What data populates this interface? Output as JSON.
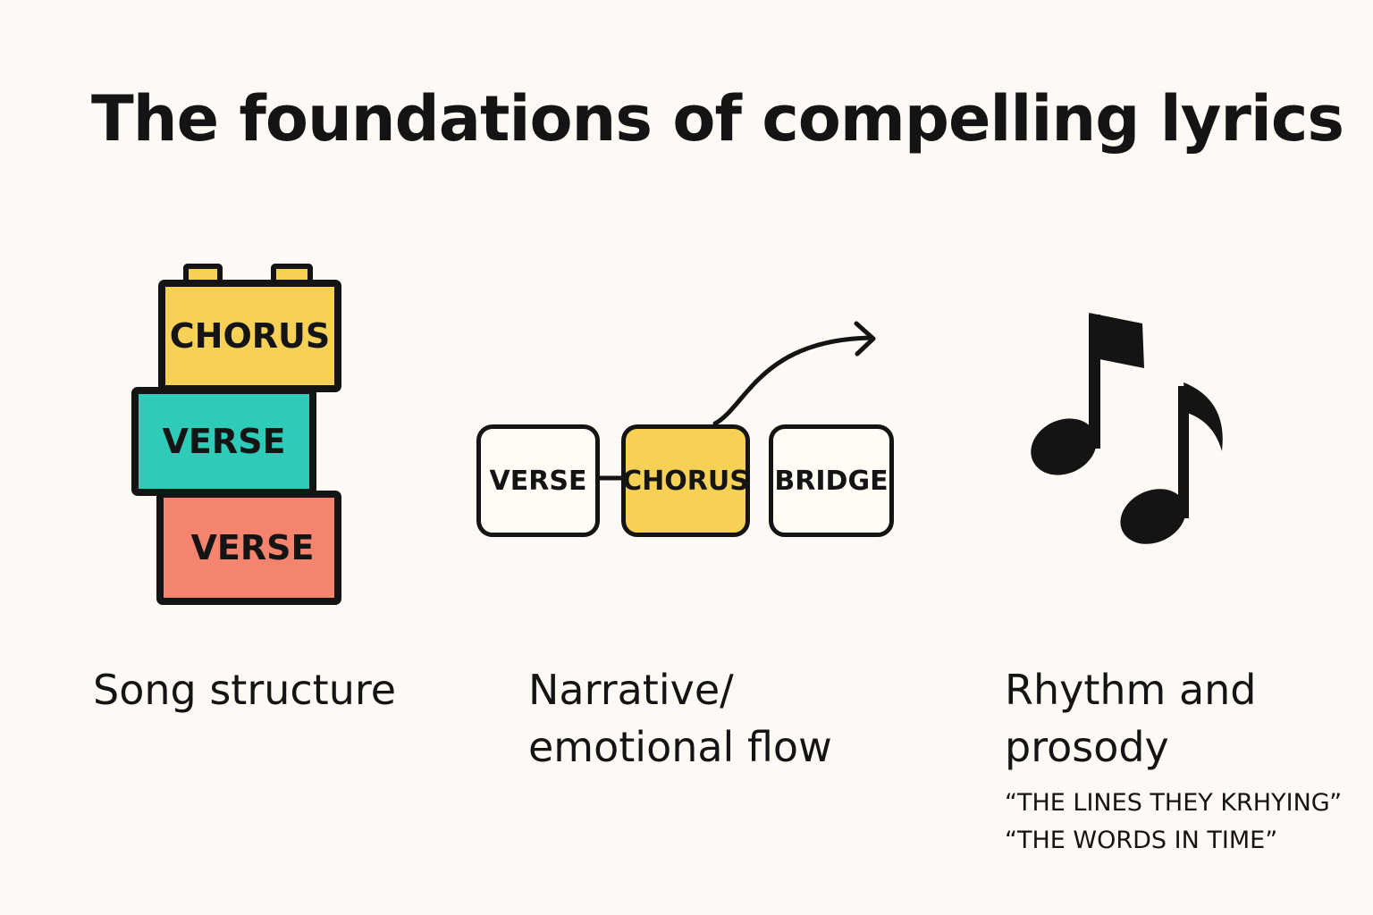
{
  "title": "The foundations of compelling lyrics",
  "colors": {
    "background": "#fdfaf6",
    "yellow": "#f6d155",
    "teal": "#2ecbb9",
    "coral": "#f4846e",
    "ink": "#141414"
  },
  "song_structure": {
    "blocks": [
      "CHORUS",
      "VERSE",
      "VERSE"
    ],
    "label": "Song structure"
  },
  "narrative": {
    "boxes": [
      "VERSE",
      "CHORUS",
      "BRIDGE"
    ],
    "highlighted": "CHORUS",
    "label_line1": "Narrative/",
    "label_line2": "emotional flow"
  },
  "rhythm": {
    "icon": "music-notes-icon",
    "label_line1": "Rhythm and",
    "label_line2": "prosody",
    "quotes": [
      "“THE LINES THEY KRHYING”",
      "“THE WORDS IN TIME”"
    ]
  }
}
